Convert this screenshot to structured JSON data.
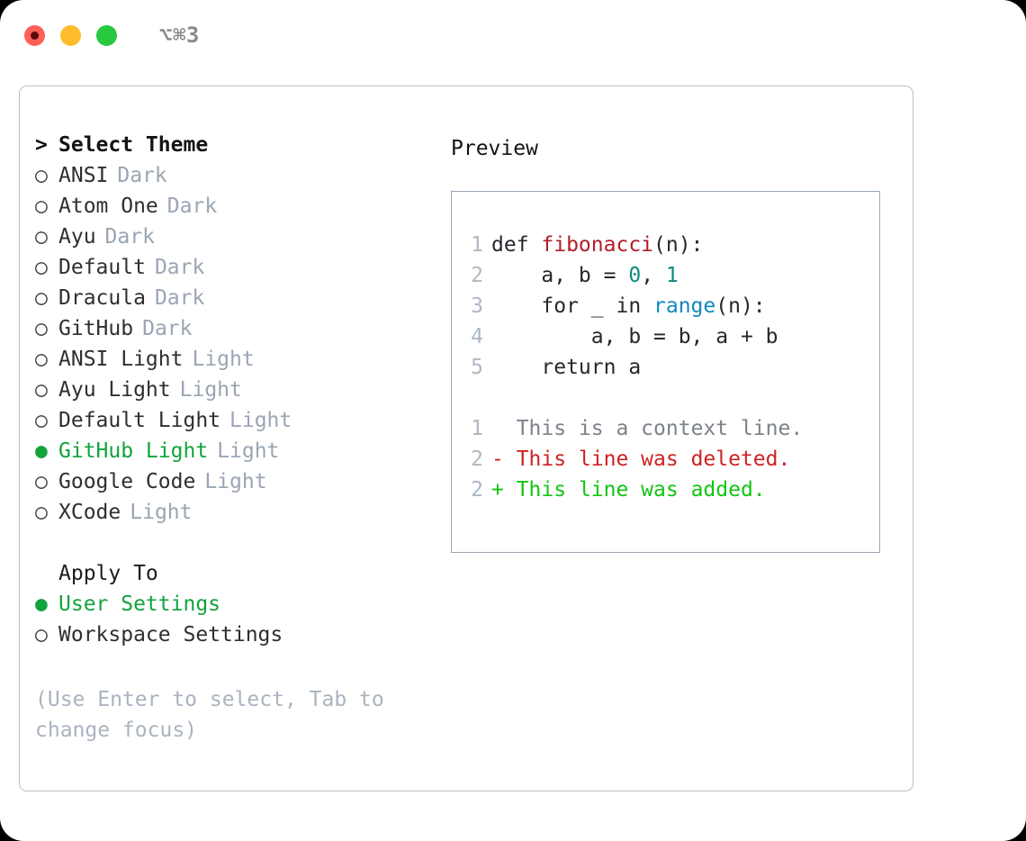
{
  "titlebar": {
    "shortcut": "⌥⌘3",
    "lights": [
      {
        "name": "close",
        "color": "#ff5f57"
      },
      {
        "name": "minimize",
        "color": "#ffbd2e"
      },
      {
        "name": "maximize",
        "color": "#28c840"
      }
    ]
  },
  "theme_picker": {
    "header_marker": ">",
    "header": "Select Theme",
    "bullet_empty": "○",
    "bullet_filled": "●",
    "items": [
      {
        "name": "ANSI",
        "variant": "Dark",
        "selected": false
      },
      {
        "name": "Atom One",
        "variant": "Dark",
        "selected": false
      },
      {
        "name": "Ayu",
        "variant": "Dark",
        "selected": false
      },
      {
        "name": "Default",
        "variant": "Dark",
        "selected": false
      },
      {
        "name": "Dracula",
        "variant": "Dark",
        "selected": false
      },
      {
        "name": "GitHub",
        "variant": "Dark",
        "selected": false
      },
      {
        "name": "ANSI Light",
        "variant": "Light",
        "selected": false
      },
      {
        "name": "Ayu Light",
        "variant": "Light",
        "selected": false
      },
      {
        "name": "Default Light",
        "variant": "Light",
        "selected": false
      },
      {
        "name": "GitHub Light",
        "variant": "Light",
        "selected": true
      },
      {
        "name": "Google Code",
        "variant": "Light",
        "selected": false
      },
      {
        "name": "XCode",
        "variant": "Light",
        "selected": false
      }
    ]
  },
  "apply_to": {
    "title": "Apply To",
    "options": [
      {
        "label": "User Settings",
        "selected": true
      },
      {
        "label": "Workspace Settings",
        "selected": false
      }
    ]
  },
  "hint": "(Use Enter to select, Tab to change focus)",
  "preview": {
    "title": "Preview",
    "code_lines": [
      {
        "n": "1",
        "parts": [
          {
            "t": "def ",
            "k": "plain"
          },
          {
            "t": "fibonacci",
            "k": "fn"
          },
          {
            "t": "(n):",
            "k": "plain"
          }
        ]
      },
      {
        "n": "2",
        "parts": [
          {
            "t": "    a, b = ",
            "k": "plain"
          },
          {
            "t": "0",
            "k": "num"
          },
          {
            "t": ", ",
            "k": "plain"
          },
          {
            "t": "1",
            "k": "num"
          }
        ]
      },
      {
        "n": "3",
        "parts": [
          {
            "t": "    for _ in ",
            "k": "plain"
          },
          {
            "t": "range",
            "k": "call"
          },
          {
            "t": "(n):",
            "k": "plain"
          }
        ]
      },
      {
        "n": "4",
        "parts": [
          {
            "t": "        a, b = b, a + b",
            "k": "plain"
          }
        ]
      },
      {
        "n": "5",
        "parts": [
          {
            "t": "    return a",
            "k": "plain"
          }
        ]
      }
    ],
    "diff_lines": [
      {
        "n": "1",
        "sign": "  ",
        "text": "This is a context line.",
        "kind": "ctx"
      },
      {
        "n": "2",
        "sign": "- ",
        "text": "This line was deleted.",
        "kind": "del"
      },
      {
        "n": "2",
        "sign": "+ ",
        "text": "This line was added.",
        "kind": "add"
      }
    ]
  },
  "colors": {
    "accent_green": "#12a33d",
    "muted": "#9aa5b4",
    "border": "#b9c0cb",
    "preview_border": "#9aa5b4",
    "fn_red": "#b31d28",
    "num_teal": "#0d8a7e",
    "call_blue": "#1189bd",
    "diff_del": "#cc2222",
    "diff_add": "#12c512",
    "diff_ctx": "#7b828b"
  }
}
